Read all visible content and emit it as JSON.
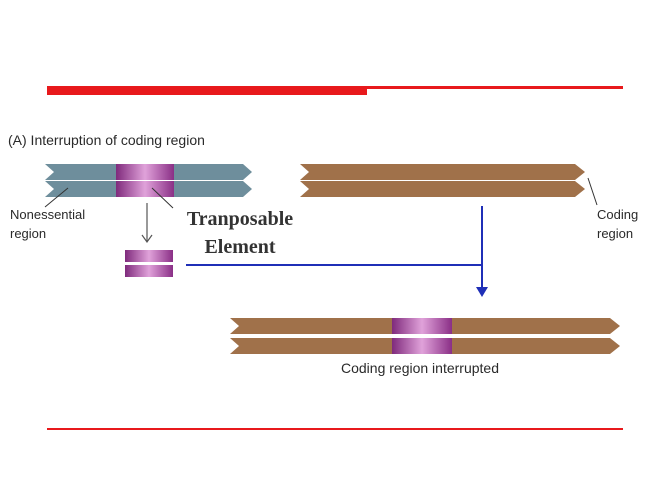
{
  "colors": {
    "rule_red": "#e8191c",
    "dna_blue": "#6e8e9c",
    "dna_brown": "#a0714a",
    "transposon_magenta": "#a0409c",
    "transposon_highlight": "#dc9ad6",
    "arrow_blue": "#1f2fb7",
    "arrow_grey": "#555555"
  },
  "panel": {
    "title": "(A)  Interruption of coding region",
    "nonessential_label_1": "Nonessential",
    "nonessential_label_2": "region",
    "coding_label_1": "Coding",
    "coding_label_2": "region",
    "transposable_line_1": "Tranposable",
    "transposable_line_2": "Element",
    "result_caption": "Coding region interrupted"
  }
}
